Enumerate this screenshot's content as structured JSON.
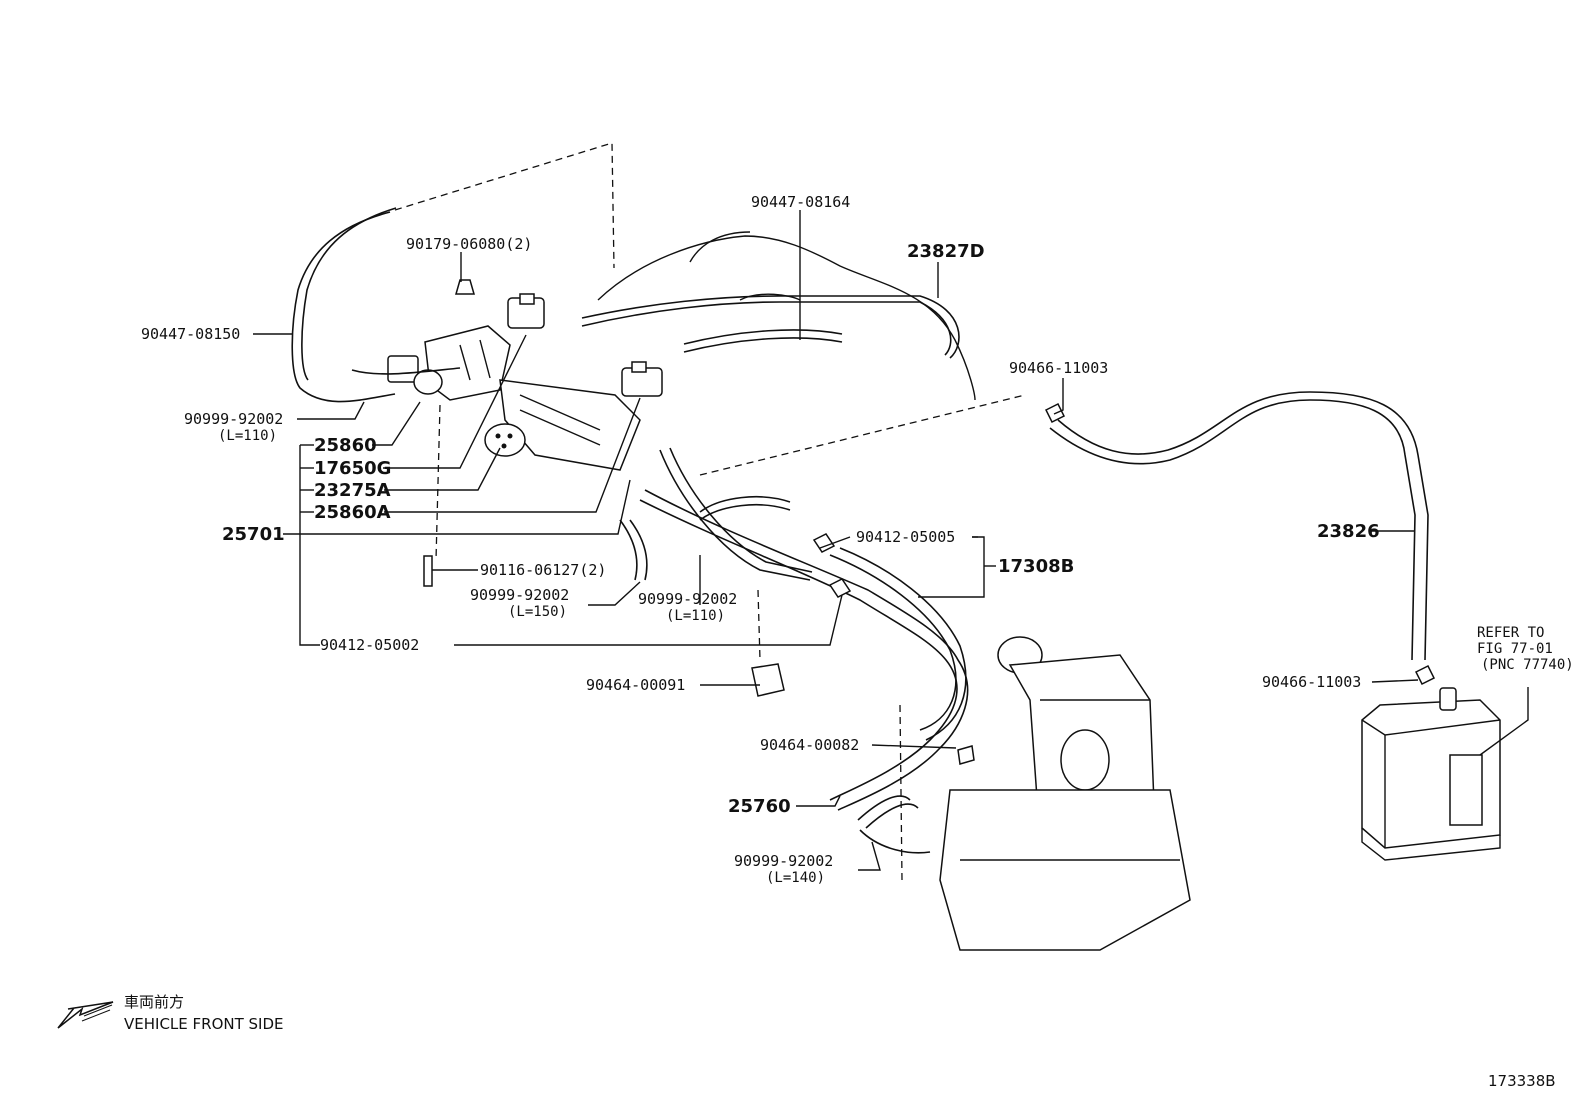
{
  "figure_id": "173338B",
  "direction": {
    "japanese": "車両前方",
    "english": "VEHICLE FRONT SIDE",
    "icon": "arrow-left-down-icon"
  },
  "refer_note": {
    "line1": "REFER TO",
    "line2": "FIG 77-01",
    "line3": "(PNC 77740)"
  },
  "parts": {
    "p_90447_08164": "90447-08164",
    "p_23827D": "23827D",
    "p_90179_06080": "90179-06080(2)",
    "p_90447_08150": "90447-08150",
    "p_90466_11003_top": "90466-11003",
    "p_90999_92002_a": "90999-92002",
    "p_90999_92002_a_len": "(L=110)",
    "p_25860": "25860",
    "p_17650G": "17650G",
    "p_23275A": "23275A",
    "p_25860A": "25860A",
    "p_25701": "25701",
    "p_23826": "23826",
    "p_90412_05005": "90412-05005",
    "p_17308B": "17308B",
    "p_90116_06127": "90116-06127(2)",
    "p_90999_92002_b": "90999-92002",
    "p_90999_92002_b_len": "(L=150)",
    "p_90999_92002_c": "90999-92002",
    "p_90999_92002_c_len": "(L=110)",
    "p_90412_05002": "90412-05002",
    "p_90464_00091": "90464-00091",
    "p_90466_11003_bottom": "90466-11003",
    "p_90464_00082": "90464-00082",
    "p_25760": "25760",
    "p_90999_92002_d": "90999-92002",
    "p_90999_92002_d_len": "(L=140)"
  }
}
